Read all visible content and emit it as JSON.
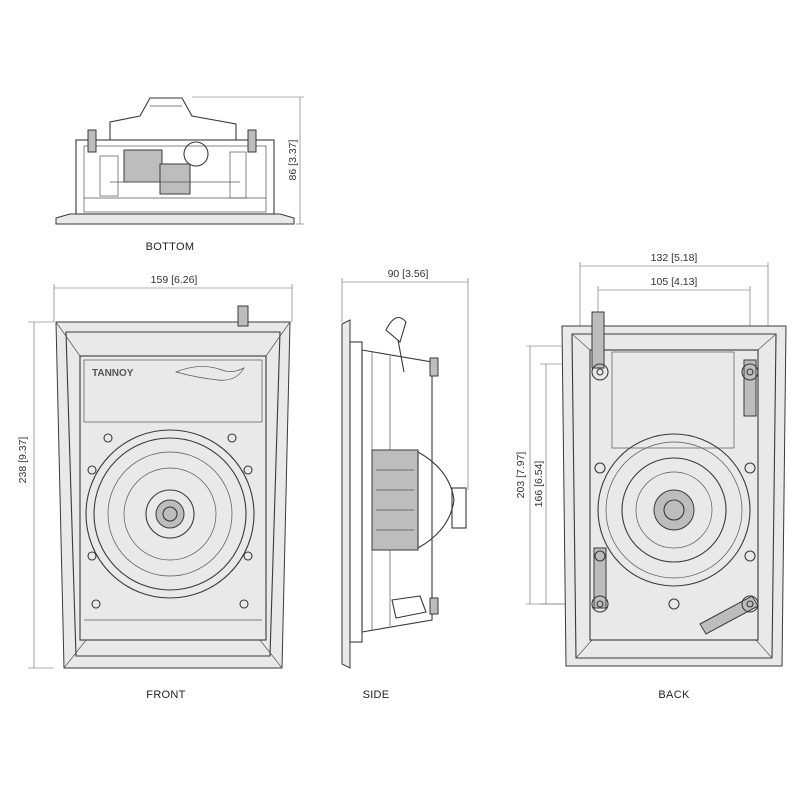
{
  "views": {
    "bottom": {
      "label": "BOTTOM",
      "height_dim": "86 [3.37]"
    },
    "front": {
      "label": "FRONT",
      "width_dim": "159 [6.26]",
      "height_dim": "238 [9.37]",
      "brand": "TANNOY"
    },
    "side": {
      "label": "SIDE",
      "depth_dim": "90 [3.56]"
    },
    "back": {
      "label": "BACK",
      "outer_width_dim": "132 [5.18]",
      "inner_width_dim": "105 [4.13]",
      "outer_height_dim": "203 [7.97]",
      "inner_height_dim": "166 [6.54]"
    }
  }
}
